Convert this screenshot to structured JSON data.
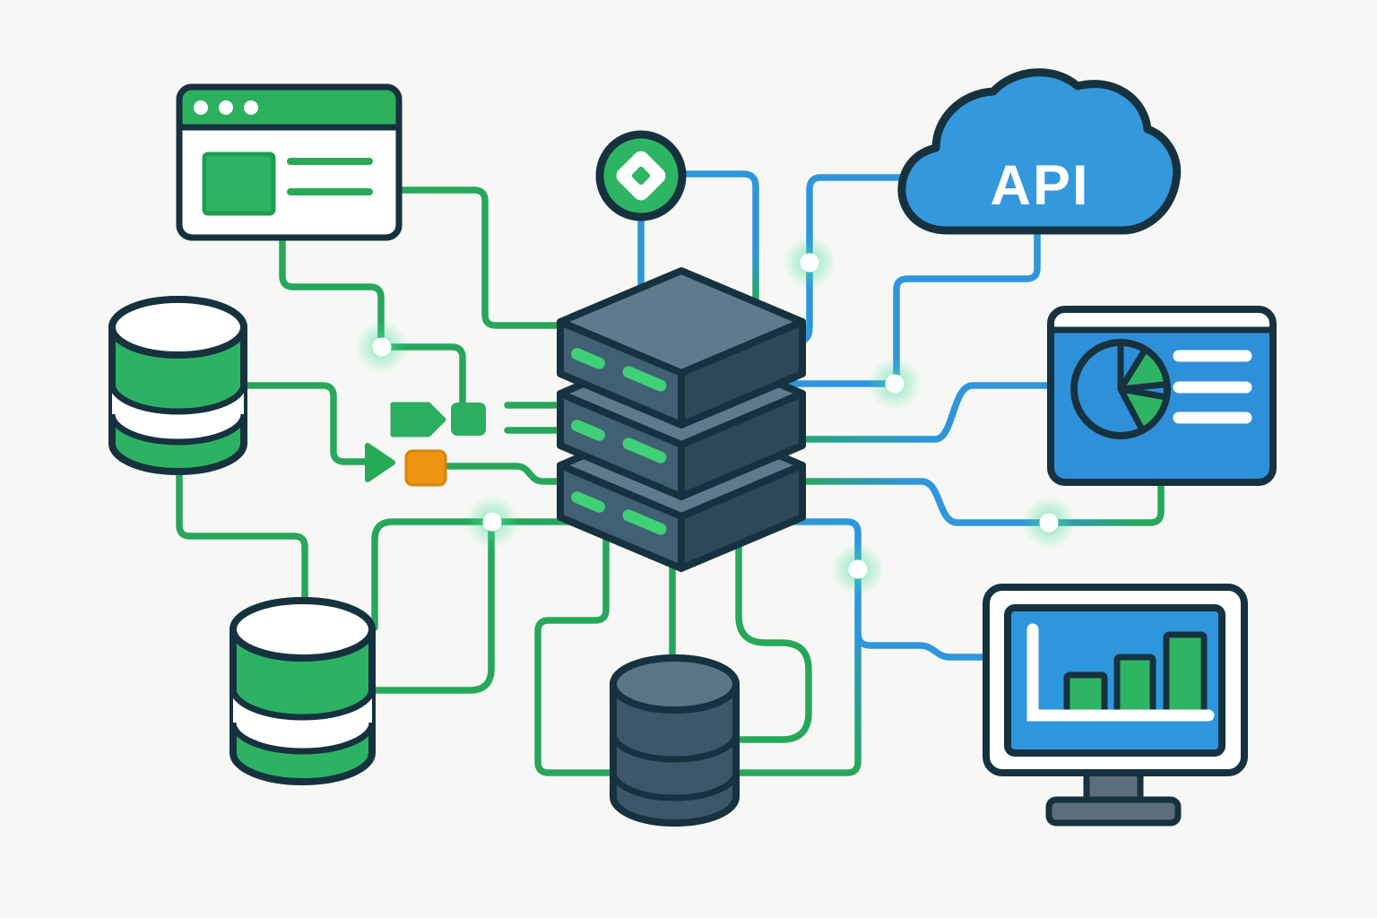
{
  "illustration": {
    "api_label": "API",
    "colors": {
      "background": "#f7f8f5",
      "navy_outline": "#16323f",
      "green_fill": "#2db264",
      "green_line": "#27a75b",
      "pill_green": "#3fd078",
      "blue": "#2f96dc",
      "cloud_blue": "#3498dc",
      "dashboard_blue": "#2e90d9",
      "orange": "#ee9410",
      "server_front": "#416073",
      "server_side": "#2d4959",
      "server_top": "#5e7a8c",
      "dark_db_body": "#3d5669",
      "dark_db_top": "#5c7586",
      "monitor_stand": "#5c6e7a",
      "node_glow": "#4ade9a"
    },
    "components": [
      {
        "id": "browser-window-icon",
        "desc": "browser mockup with green header, three dots, image block and two text lines"
      },
      {
        "id": "database-green-top-icon",
        "desc": "green striped database cylinder"
      },
      {
        "id": "database-green-bottom-icon",
        "desc": "green striped database cylinder"
      },
      {
        "id": "server-stack-icon",
        "desc": "isometric three-layer server with green status pills"
      },
      {
        "id": "status-badge-icon",
        "desc": "green circle badge with white diamond"
      },
      {
        "id": "api-cloud-icon",
        "desc": "blue cloud labeled API"
      },
      {
        "id": "dashboard-card-icon",
        "desc": "blue analytics card with pie chart and three text lines"
      },
      {
        "id": "monitor-bar-chart-icon",
        "desc": "monitor showing three rising green bars"
      },
      {
        "id": "database-dark-icon",
        "desc": "dark slate database cylinder"
      },
      {
        "id": "data-flow-icons",
        "desc": "green tag, green square, orange square, green arrowhead"
      }
    ],
    "connector_nodes": 6,
    "connections": [
      {
        "from": "browser-window",
        "to": "server-stack",
        "color": "green"
      },
      {
        "from": "browser-window",
        "to": "flow-icons",
        "color": "green"
      },
      {
        "from": "database-green-top",
        "to": "flow-icons",
        "color": "green"
      },
      {
        "from": "database-green-top",
        "to": "database-green-bottom",
        "color": "green"
      },
      {
        "from": "database-green-bottom",
        "to": "server-stack",
        "color": "green"
      },
      {
        "from": "server-stack",
        "to": "database-dark",
        "color": "green"
      },
      {
        "from": "status-badge",
        "to": "server-stack",
        "color": "blue"
      },
      {
        "from": "server-stack",
        "to": "api-cloud",
        "color": "blue"
      },
      {
        "from": "api-cloud",
        "to": "server-stack",
        "color": "blue"
      },
      {
        "from": "server-stack",
        "to": "dashboard-card",
        "color": "blue-green"
      },
      {
        "from": "server-stack",
        "to": "monitor-bar-chart",
        "color": "blue"
      },
      {
        "from": "server-stack",
        "to": "database-dark",
        "color": "blue-green"
      }
    ]
  }
}
